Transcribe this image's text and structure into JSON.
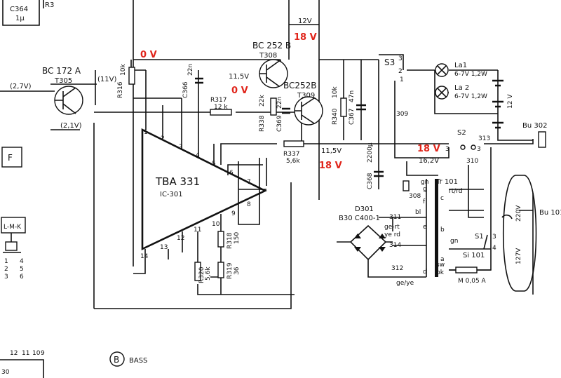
{
  "voltages": {
    "v0_top": "0 V",
    "v0_mid": "0 V",
    "v18_top": "18 V",
    "v18_mid": "18 V",
    "v18_right": "18 V",
    "v12_top": "12V",
    "v115_t308": "11,5V",
    "v115_out": "11,5V",
    "v27": "(2,7V)",
    "v11": "(11V)",
    "v21": "(2,1V)",
    "v162": "16,2V"
  },
  "components": {
    "c364": "C364",
    "c364_val": "1µ",
    "r3_partial": "R3",
    "bc172a": "BC 172 A",
    "t305": "T305",
    "r316": "R316",
    "r316_val": "10k",
    "c366": "C366",
    "c366_val": "22n",
    "r317": "R317",
    "r317_val": "12 k",
    "bc252b_a": "BC 252 B",
    "t308": "T308",
    "bc252b_b": "BC252B",
    "t309": "T309",
    "r338": "R338",
    "r338_val": "22k",
    "c369": "C369",
    "c369_val": "22n",
    "r340": "R340",
    "r340_val": "10k",
    "c367": "C367",
    "c367_val": "47n",
    "r337": "R337",
    "r337_val": "5,6k",
    "c368": "C368",
    "c368_val": "2200µ",
    "ic_name": "TBA 331",
    "ic_ref": "IC-301",
    "r318": "R318",
    "r318_val": "150",
    "r319": "R319",
    "r319_val": "36",
    "r320": "R320",
    "r320_val": "5,6k",
    "s3": "S3",
    "la1": "La1",
    "la1_spec": "6-7V 1,2W",
    "la2": "La 2",
    "la2_spec": "6-7V 1,2W",
    "batt_v": "12 V",
    "bu302": "Bu 302",
    "s2": "S2",
    "tr101": "Tr 101",
    "d301": "D301",
    "b30": "B30 C400-1",
    "bu101": "Bu 101",
    "v220": "220V",
    "v127": "127V",
    "s1": "S1",
    "si101": "Si 101",
    "fuse": "M 0,05 A"
  },
  "pins": {
    "p1": "1",
    "p2": "2",
    "p3": "3",
    "p4": "4",
    "p5": "5",
    "p6": "6",
    "p7": "7",
    "p8": "8",
    "p9": "9",
    "p10": "10",
    "p11": "11",
    "p12": "12",
    "p13": "13",
    "p14": "14"
  },
  "nodes": {
    "n309": "309",
    "n313": "313",
    "n310": "310",
    "n311": "311",
    "n312": "312",
    "n314": "314",
    "n308": "308",
    "s3_1": "1",
    "s3_2": "2",
    "s3_3": "3",
    "s2_3a": "3",
    "s2_3b": "3",
    "s1_3": "3",
    "s1_4": "4"
  },
  "transformer": {
    "gn_top": "gn",
    "gn_mid": "gn",
    "f": "f",
    "g": "g",
    "bl": "bl",
    "c": "c",
    "b": "b",
    "a": "a",
    "e": "e",
    "d": "d",
    "rtrd": "rt/rd",
    "swbk": "sw",
    "bk": "bk",
    "gert": "ge-rt",
    "yerd": "ye rd",
    "geye": "ge/ye"
  },
  "labels": {
    "f_box": "F",
    "lmk": "L-M-K",
    "lmk_nums": [
      "1",
      "2",
      "3",
      "4",
      "5",
      "6"
    ],
    "bottom_nums": [
      "12",
      "11",
      "10",
      "9"
    ],
    "bass_letter": "B",
    "bass": "BASS",
    "bottom_left": "30"
  }
}
